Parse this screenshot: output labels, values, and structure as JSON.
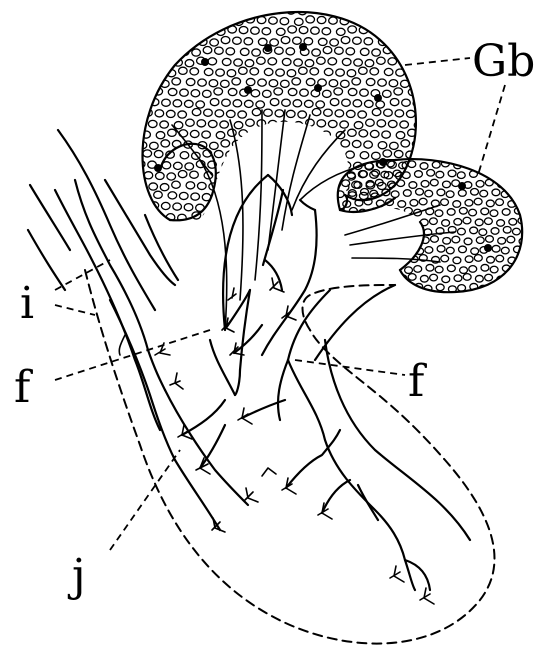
{
  "labels": {
    "gb": "Gb",
    "i": "i",
    "f_left": "f",
    "f_right": "f",
    "j": "j"
  },
  "colors": {
    "ink": "#000000",
    "background": "#ffffff"
  }
}
